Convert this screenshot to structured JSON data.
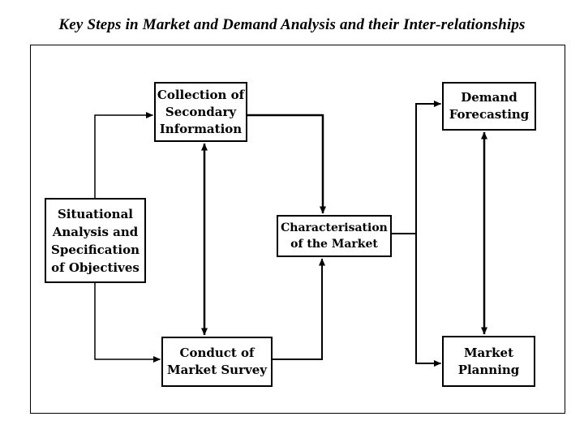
{
  "title": "Key Steps in Market and Demand Analysis and their Inter-relationships",
  "colors": {
    "background": "#ffffff",
    "line": "#000000",
    "text": "#000000",
    "node_fill": "#ffffff"
  },
  "nodes": [
    {
      "id": "collection-secondary-information",
      "lines": [
        "Collection of",
        "Secondary",
        "Information"
      ]
    },
    {
      "id": "demand-forecasting",
      "lines": [
        "Demand",
        "Forecasting"
      ]
    },
    {
      "id": "situational-analysis",
      "lines": [
        "Situational",
        "Analysis and",
        "Specification",
        "of Objectives"
      ]
    },
    {
      "id": "characterisation-of-the-market",
      "lines": [
        "Characterisation",
        "of the Market"
      ]
    },
    {
      "id": "conduct-of-market-survey",
      "lines": [
        "Conduct of",
        "Market Survey"
      ]
    },
    {
      "id": "market-planning",
      "lines": [
        "Market",
        "Planning"
      ]
    }
  ],
  "edges": [
    {
      "from": "situational-analysis",
      "to": "collection-secondary-information",
      "bidirectional": false
    },
    {
      "from": "situational-analysis",
      "to": "conduct-of-market-survey",
      "bidirectional": false
    },
    {
      "from": "collection-secondary-information",
      "to": "conduct-of-market-survey",
      "bidirectional": true
    },
    {
      "from": "collection-secondary-information",
      "to": "characterisation-of-the-market",
      "bidirectional": false
    },
    {
      "from": "conduct-of-market-survey",
      "to": "characterisation-of-the-market",
      "bidirectional": false
    },
    {
      "from": "characterisation-of-the-market",
      "to": "demand-forecasting",
      "bidirectional": false
    },
    {
      "from": "characterisation-of-the-market",
      "to": "market-planning",
      "bidirectional": false
    },
    {
      "from": "demand-forecasting",
      "to": "market-planning",
      "bidirectional": true
    }
  ]
}
